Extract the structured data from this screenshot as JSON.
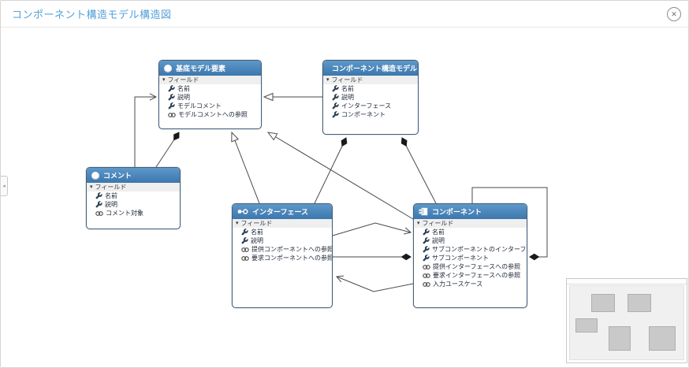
{
  "page": {
    "title": "コンポーネント構造モデル構造図"
  },
  "icons": {
    "close": "✕",
    "collapse_left": "◂",
    "expander": "▾"
  },
  "colors": {
    "accent_title": "#54a0d8",
    "node_header_top": "#5e98ca",
    "node_header_bottom": "#3c77ad",
    "node_border": "#44607a",
    "edge_line": "#4a4a4a",
    "minimap_box": "#c9c9c9"
  },
  "nodes": {
    "base_model": {
      "title": "基底モデル要素",
      "icon": "circle-icon",
      "fields": [
        {
          "icon": "expander-icon",
          "label": "フィールド"
        },
        {
          "icon": "wrench-icon",
          "label": "名前"
        },
        {
          "icon": "wrench-icon",
          "label": "説明"
        },
        {
          "icon": "wrench-icon",
          "label": "モデルコメント"
        },
        {
          "icon": "reference-icon",
          "label": "モデルコメントへの参照"
        }
      ]
    },
    "component_structure_model": {
      "title": "コンポーネント構造モデル",
      "icon": "model-icon",
      "fields": [
        {
          "icon": "expander-icon",
          "label": "フィールド"
        },
        {
          "icon": "wrench-icon",
          "label": "名前"
        },
        {
          "icon": "wrench-icon",
          "label": "説明"
        },
        {
          "icon": "wrench-icon",
          "label": "インターフェース"
        },
        {
          "icon": "wrench-icon",
          "label": "コンポーネント"
        }
      ]
    },
    "comment": {
      "title": "コメント",
      "icon": "circle-icon",
      "fields": [
        {
          "icon": "expander-icon",
          "label": "フィールド"
        },
        {
          "icon": "wrench-icon",
          "label": "名前"
        },
        {
          "icon": "wrench-icon",
          "label": "説明"
        },
        {
          "icon": "reference-icon",
          "label": "コメント対象"
        }
      ]
    },
    "interface": {
      "title": "インターフェース",
      "icon": "interface-icon",
      "fields": [
        {
          "icon": "expander-icon",
          "label": "フィールド"
        },
        {
          "icon": "wrench-icon",
          "label": "名前"
        },
        {
          "icon": "wrench-icon",
          "label": "説明"
        },
        {
          "icon": "reference-icon",
          "label": "提供コンポーネントへの参照"
        },
        {
          "icon": "reference-icon",
          "label": "要求コンポーネントへの参照"
        }
      ]
    },
    "component": {
      "title": "コンポーネント",
      "icon": "component-icon",
      "fields": [
        {
          "icon": "expander-icon",
          "label": "フィールド"
        },
        {
          "icon": "wrench-icon",
          "label": "名前"
        },
        {
          "icon": "wrench-icon",
          "label": "説明"
        },
        {
          "icon": "wrench-icon",
          "label": "サブコンポーネントのインターフェース"
        },
        {
          "icon": "wrench-icon",
          "label": "サブコンポーネント"
        },
        {
          "icon": "reference-icon",
          "label": "提供インターフェースへの参照"
        },
        {
          "icon": "reference-icon",
          "label": "要求インターフェースへの参照"
        },
        {
          "icon": "reference-icon",
          "label": "入力ユースケース"
        }
      ]
    }
  },
  "edges": [
    {
      "from": "コンポーネント構造モデル",
      "to": "基底モデル要素",
      "relation": "generalization"
    },
    {
      "from": "コメント",
      "to": "基底モデル要素",
      "relation": "reference"
    },
    {
      "from": "コメント",
      "to": "基底モデル要素",
      "relation": "composition"
    },
    {
      "from": "インターフェース",
      "to": "基底モデル要素",
      "relation": "generalization"
    },
    {
      "from": "コンポーネント",
      "to": "基底モデル要素",
      "relation": "generalization"
    },
    {
      "from": "コンポーネント構造モデル",
      "to": "インターフェース",
      "relation": "composition"
    },
    {
      "from": "コンポーネント構造モデル",
      "to": "コンポーネント",
      "relation": "composition"
    },
    {
      "from": "インターフェース",
      "to": "コンポーネント",
      "relation": "reference"
    },
    {
      "from": "コンポーネント",
      "to": "インターフェース",
      "relation": "composition"
    },
    {
      "from": "コンポーネント",
      "to": "インターフェース",
      "relation": "reference"
    },
    {
      "from": "コンポーネント",
      "to": "コンポーネント",
      "relation": "self-composition"
    }
  ]
}
